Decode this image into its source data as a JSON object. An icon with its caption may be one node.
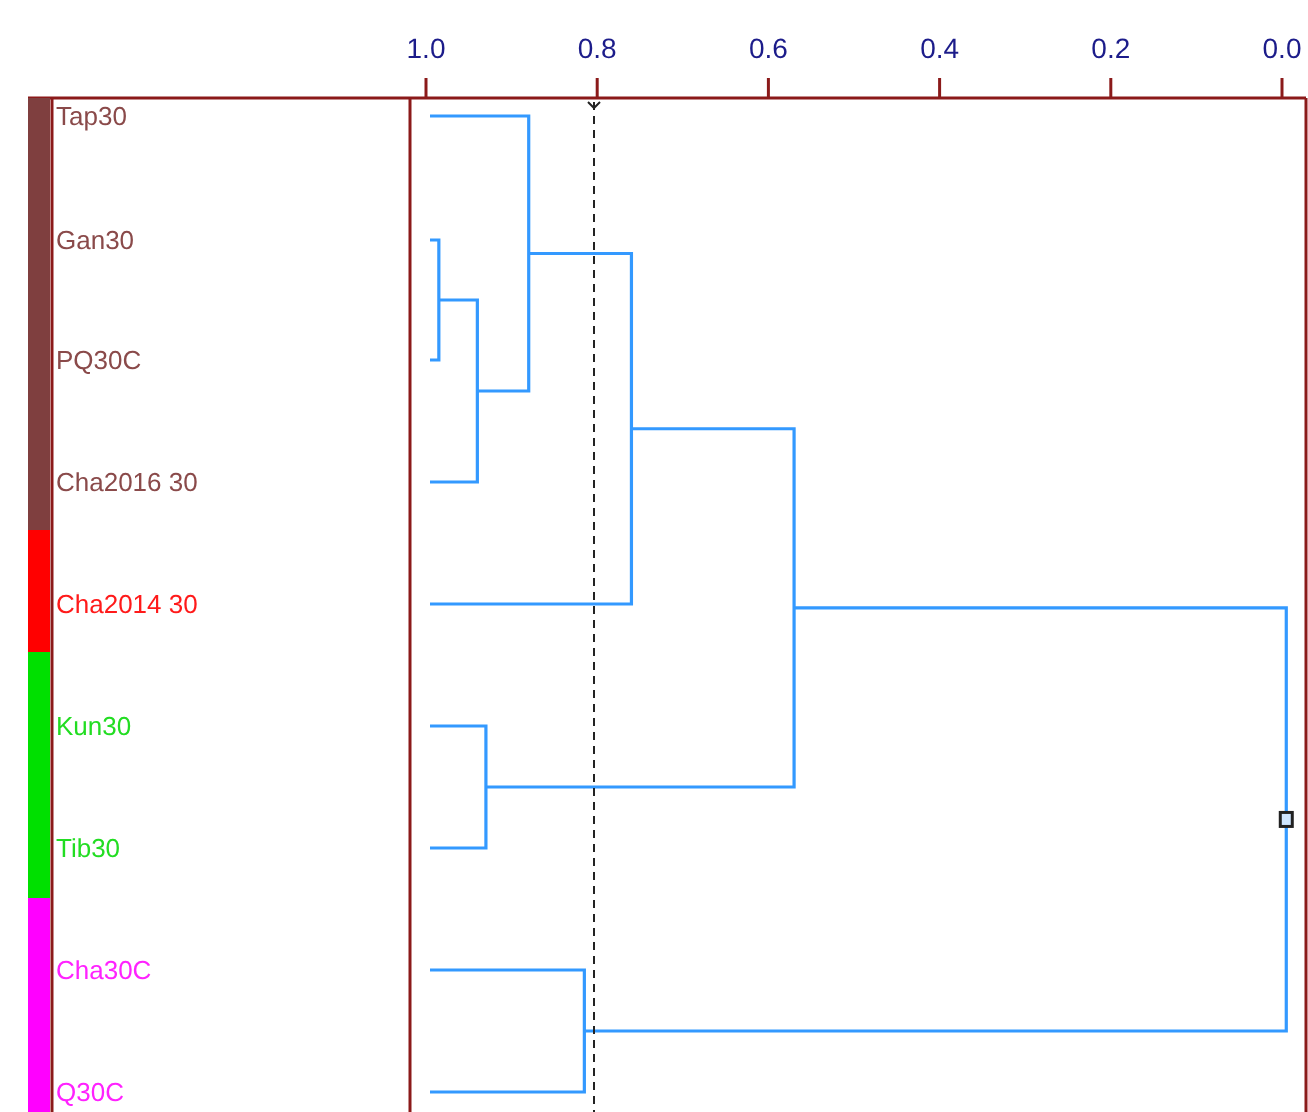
{
  "diagram": {
    "labels": [
      "1.0",
      "0.8",
      "0.6",
      "0.4",
      "0.2",
      "0.0",
      "Tap30",
      "Gan30",
      "PQ30C",
      "Cha2016 30",
      "Cha2014 30",
      "Kun30",
      "Tib30",
      "Cha30C",
      "Q30C"
    ]
  }
}
